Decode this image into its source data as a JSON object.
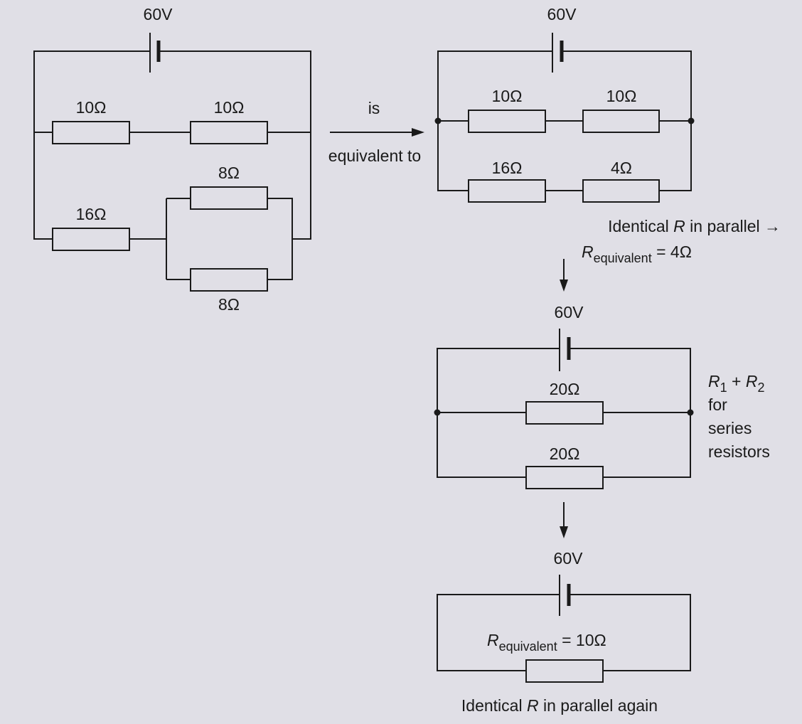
{
  "circuit1": {
    "battery": "60V",
    "r_top_left": "10Ω",
    "r_top_right": "10Ω",
    "r_bottom_series": "16Ω",
    "r_parallel_top": "8Ω",
    "r_parallel_bottom": "8Ω"
  },
  "arrow": {
    "text_top": "is",
    "text_bottom": "equivalent to"
  },
  "circuit2": {
    "battery": "60V",
    "r_top_left": "10Ω",
    "r_top_right": "10Ω",
    "r_bottom_left": "16Ω",
    "r_bottom_right": "4Ω",
    "note_line1_pre": "Identical ",
    "note_line1_var": "R",
    "note_line1_post": " in parallel →",
    "note_line2_var": "R",
    "note_line2_sub": "equivalent",
    "note_line2_post": " = 4Ω"
  },
  "circuit3": {
    "battery": "60V",
    "r_top": "20Ω",
    "r_bottom": "20Ω",
    "note_r1": "R",
    "note_r1_sub": "1",
    "note_plus": " + ",
    "note_r2": "R",
    "note_r2_sub": "2",
    "note_line2": "for",
    "note_line3": "series",
    "note_line4": "resistors"
  },
  "circuit4": {
    "battery": "60V",
    "label_var": "R",
    "label_sub": "equivalent",
    "label_post": " = 10Ω",
    "note_pre": "Identical ",
    "note_var": "R",
    "note_post": " in parallel again"
  }
}
